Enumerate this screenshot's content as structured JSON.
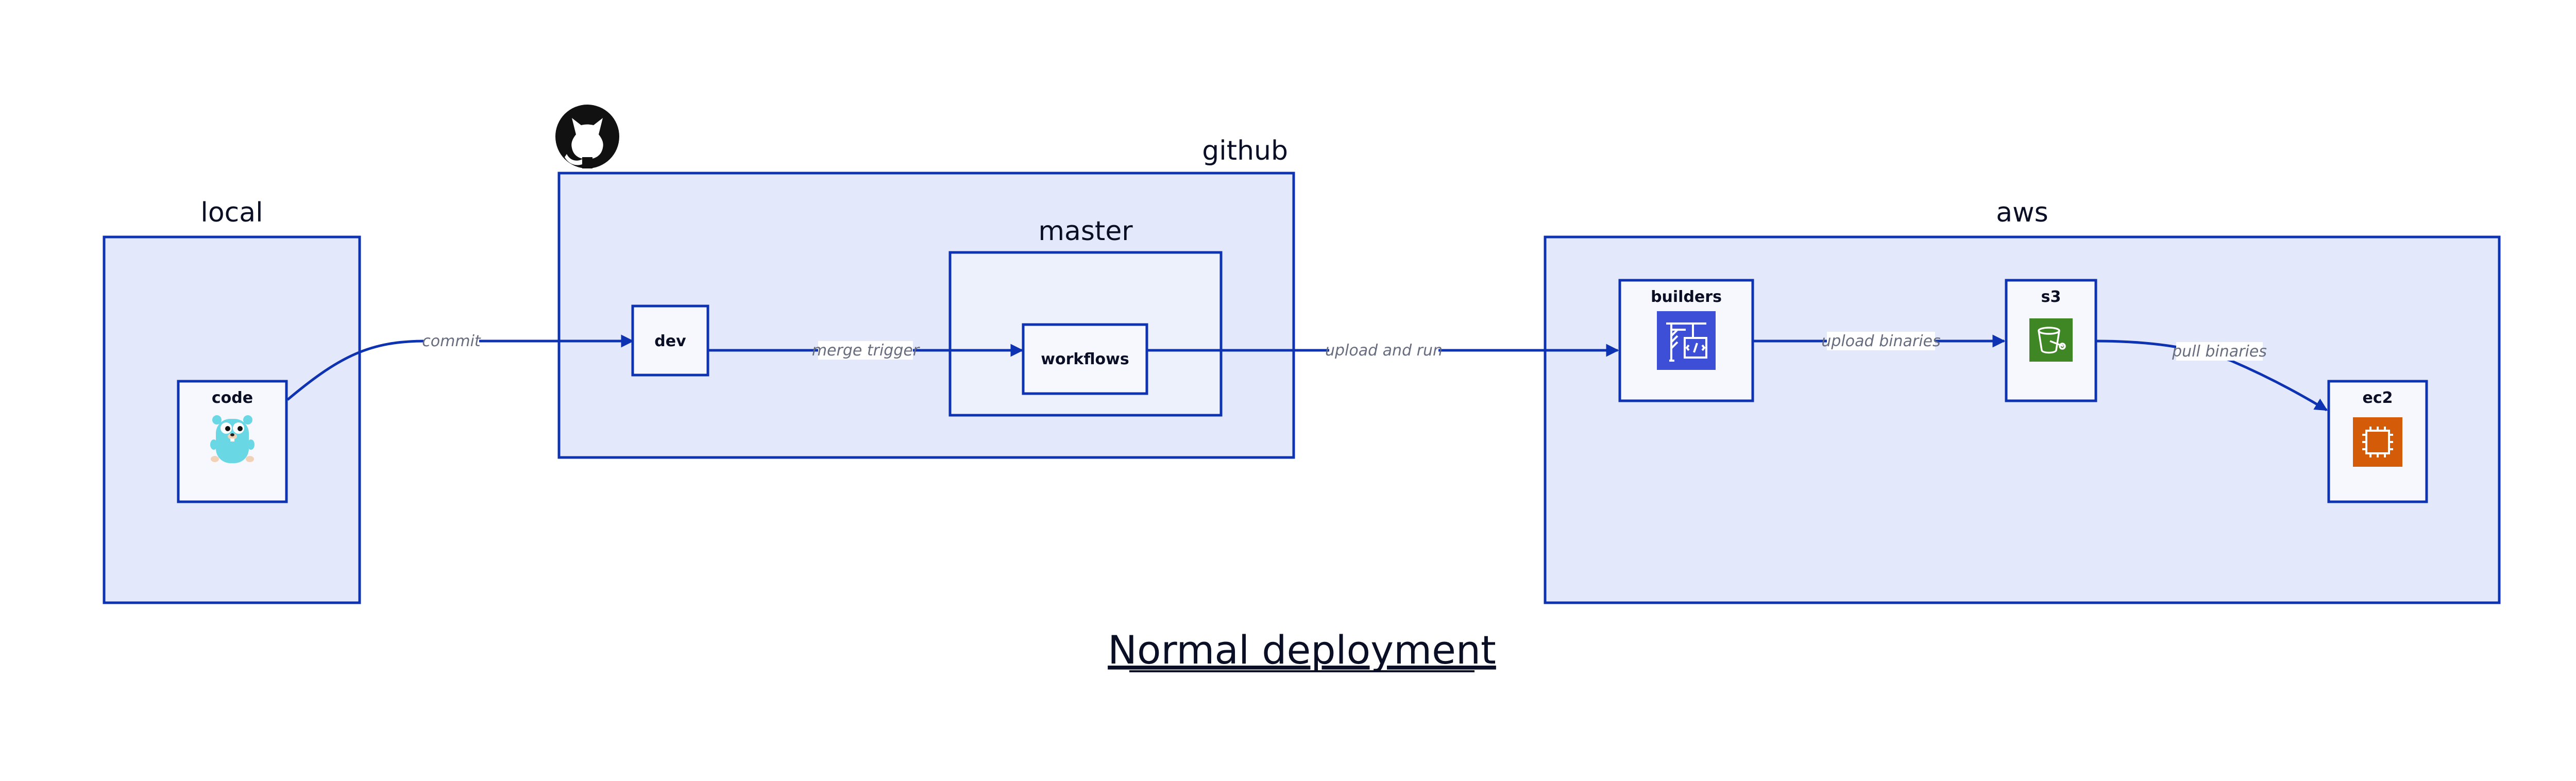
{
  "diagram": {
    "caption": "Normal deployment",
    "groups": {
      "local": "local",
      "github": "github",
      "master": "master",
      "aws": "aws"
    },
    "nodes": {
      "code": "code",
      "dev": "dev",
      "workflows": "workflows",
      "builders": "builders",
      "s3": "s3",
      "ec2": "ec2"
    },
    "edges": {
      "commit": "commit",
      "merge_trigger": "merge trigger",
      "upload_and_run": "upload and run",
      "upload_binaries": "upload binaries",
      "pull_binaries": "pull binaries"
    },
    "icons": {
      "github": "github-icon",
      "code": "gopher-icon",
      "builders": "aws-codebuild-icon",
      "s3": "aws-s3-icon",
      "ec2": "aws-ec2-icon"
    },
    "colors": {
      "border": "#0d32b2",
      "container_fill": "#e3e9fa",
      "node_fill": "#f7f8fe",
      "edge_label": "#676c7e",
      "codebuild": "#3d4fd6",
      "s3": "#3f8624",
      "ec2": "#d45b07"
    }
  }
}
